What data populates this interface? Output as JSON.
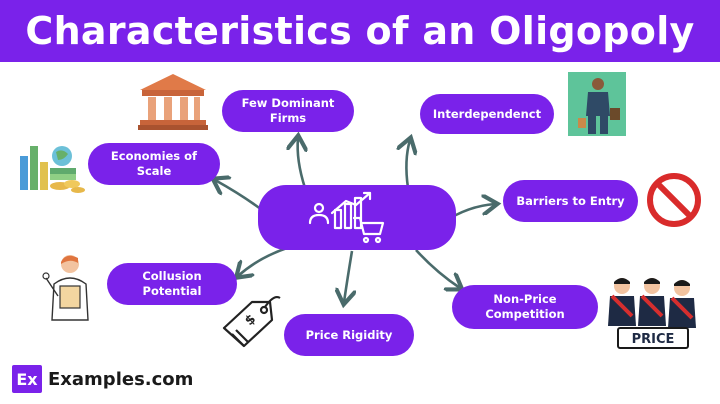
{
  "title": "Characteristics of an Oligopoly",
  "nodes": {
    "few_dominant_firms": "Few Dominant Firms",
    "interdependence": "Interdependenct",
    "economies_of_scale": "Economies of Scale",
    "barriers_to_entry": "Barriers to Entry",
    "collusion_potential": "Collusion Potential",
    "non_price_competition": "Non-Price Competition",
    "price_rigidity": "Price Rigidity"
  },
  "illustrations": {
    "price_sign": "PRICE",
    "tag_symbol": "$"
  },
  "brand": {
    "logo": "Ex",
    "name": "Examples.com"
  },
  "colors": {
    "accent": "#7a22ea",
    "arrow": "#4a6b6b"
  },
  "icons": [
    "bank-icon",
    "coins-chart-icon",
    "doctor-icon",
    "price-tag-icon",
    "businessman-icon",
    "prohibited-icon",
    "running-businessmen-icon",
    "market-chart-cart-icon"
  ]
}
